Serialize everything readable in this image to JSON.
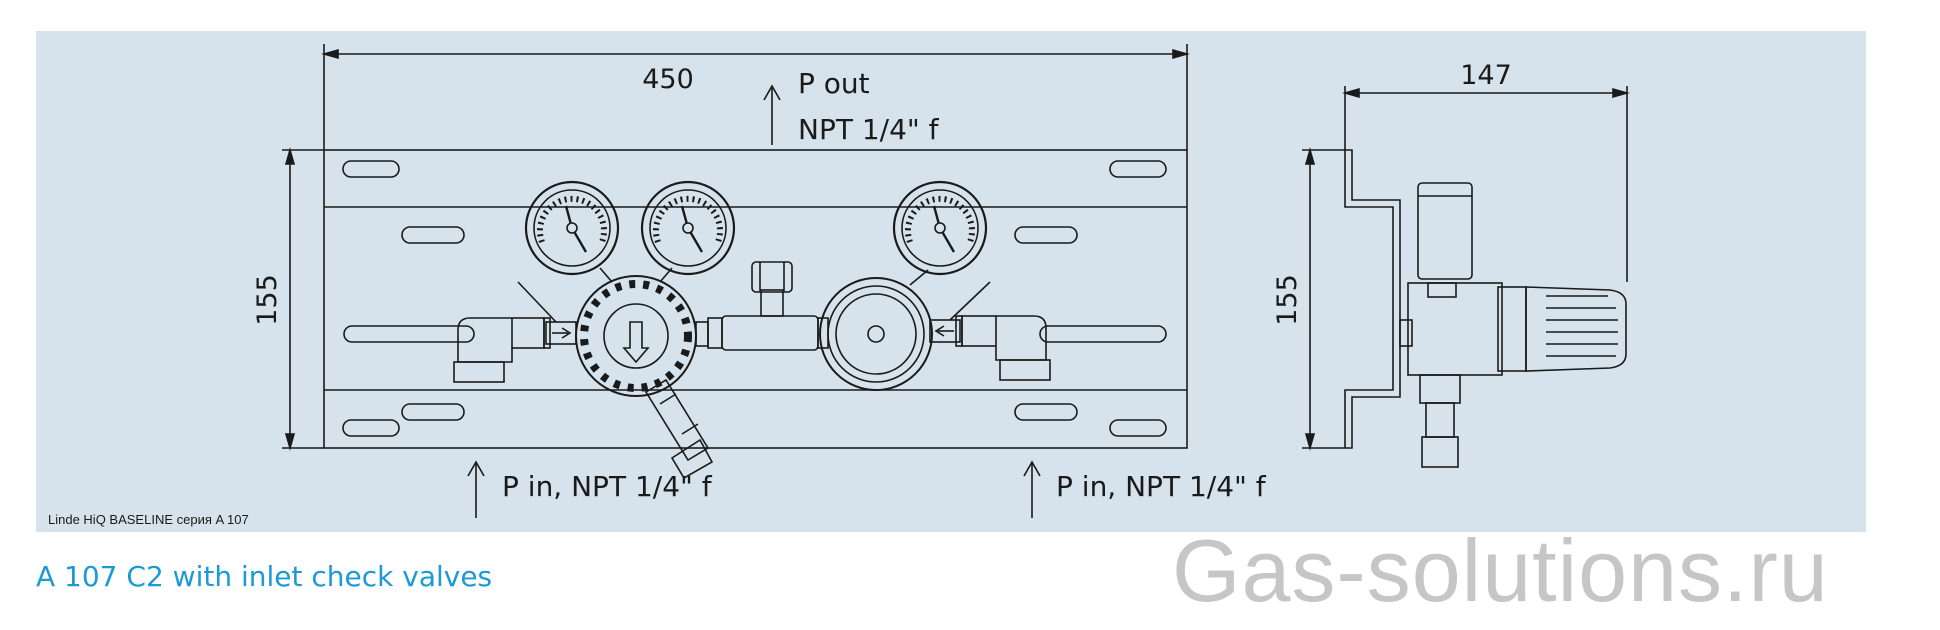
{
  "drawing": {
    "front_view": {
      "width_dimension": "450",
      "height_dimension": "155",
      "outlet_label": "P out",
      "outlet_thread": "NPT 1/4\" f",
      "inlet_left_label": "P in, NPT 1/4\" f",
      "inlet_right_label": "P in, NPT 1/4\" f"
    },
    "side_view": {
      "depth_dimension": "147",
      "height_dimension": "155"
    },
    "source_note": "Linde HiQ BASELINE серия A 107"
  },
  "caption": "A 107 C2 with inlet check valves",
  "watermark": "Gas-solutions.ru",
  "colors": {
    "panel_background": "#d6e3ec",
    "caption_blue": "#1b9ad6",
    "watermark_gray": "#c6c6c6",
    "line": "#1a1a1a"
  }
}
